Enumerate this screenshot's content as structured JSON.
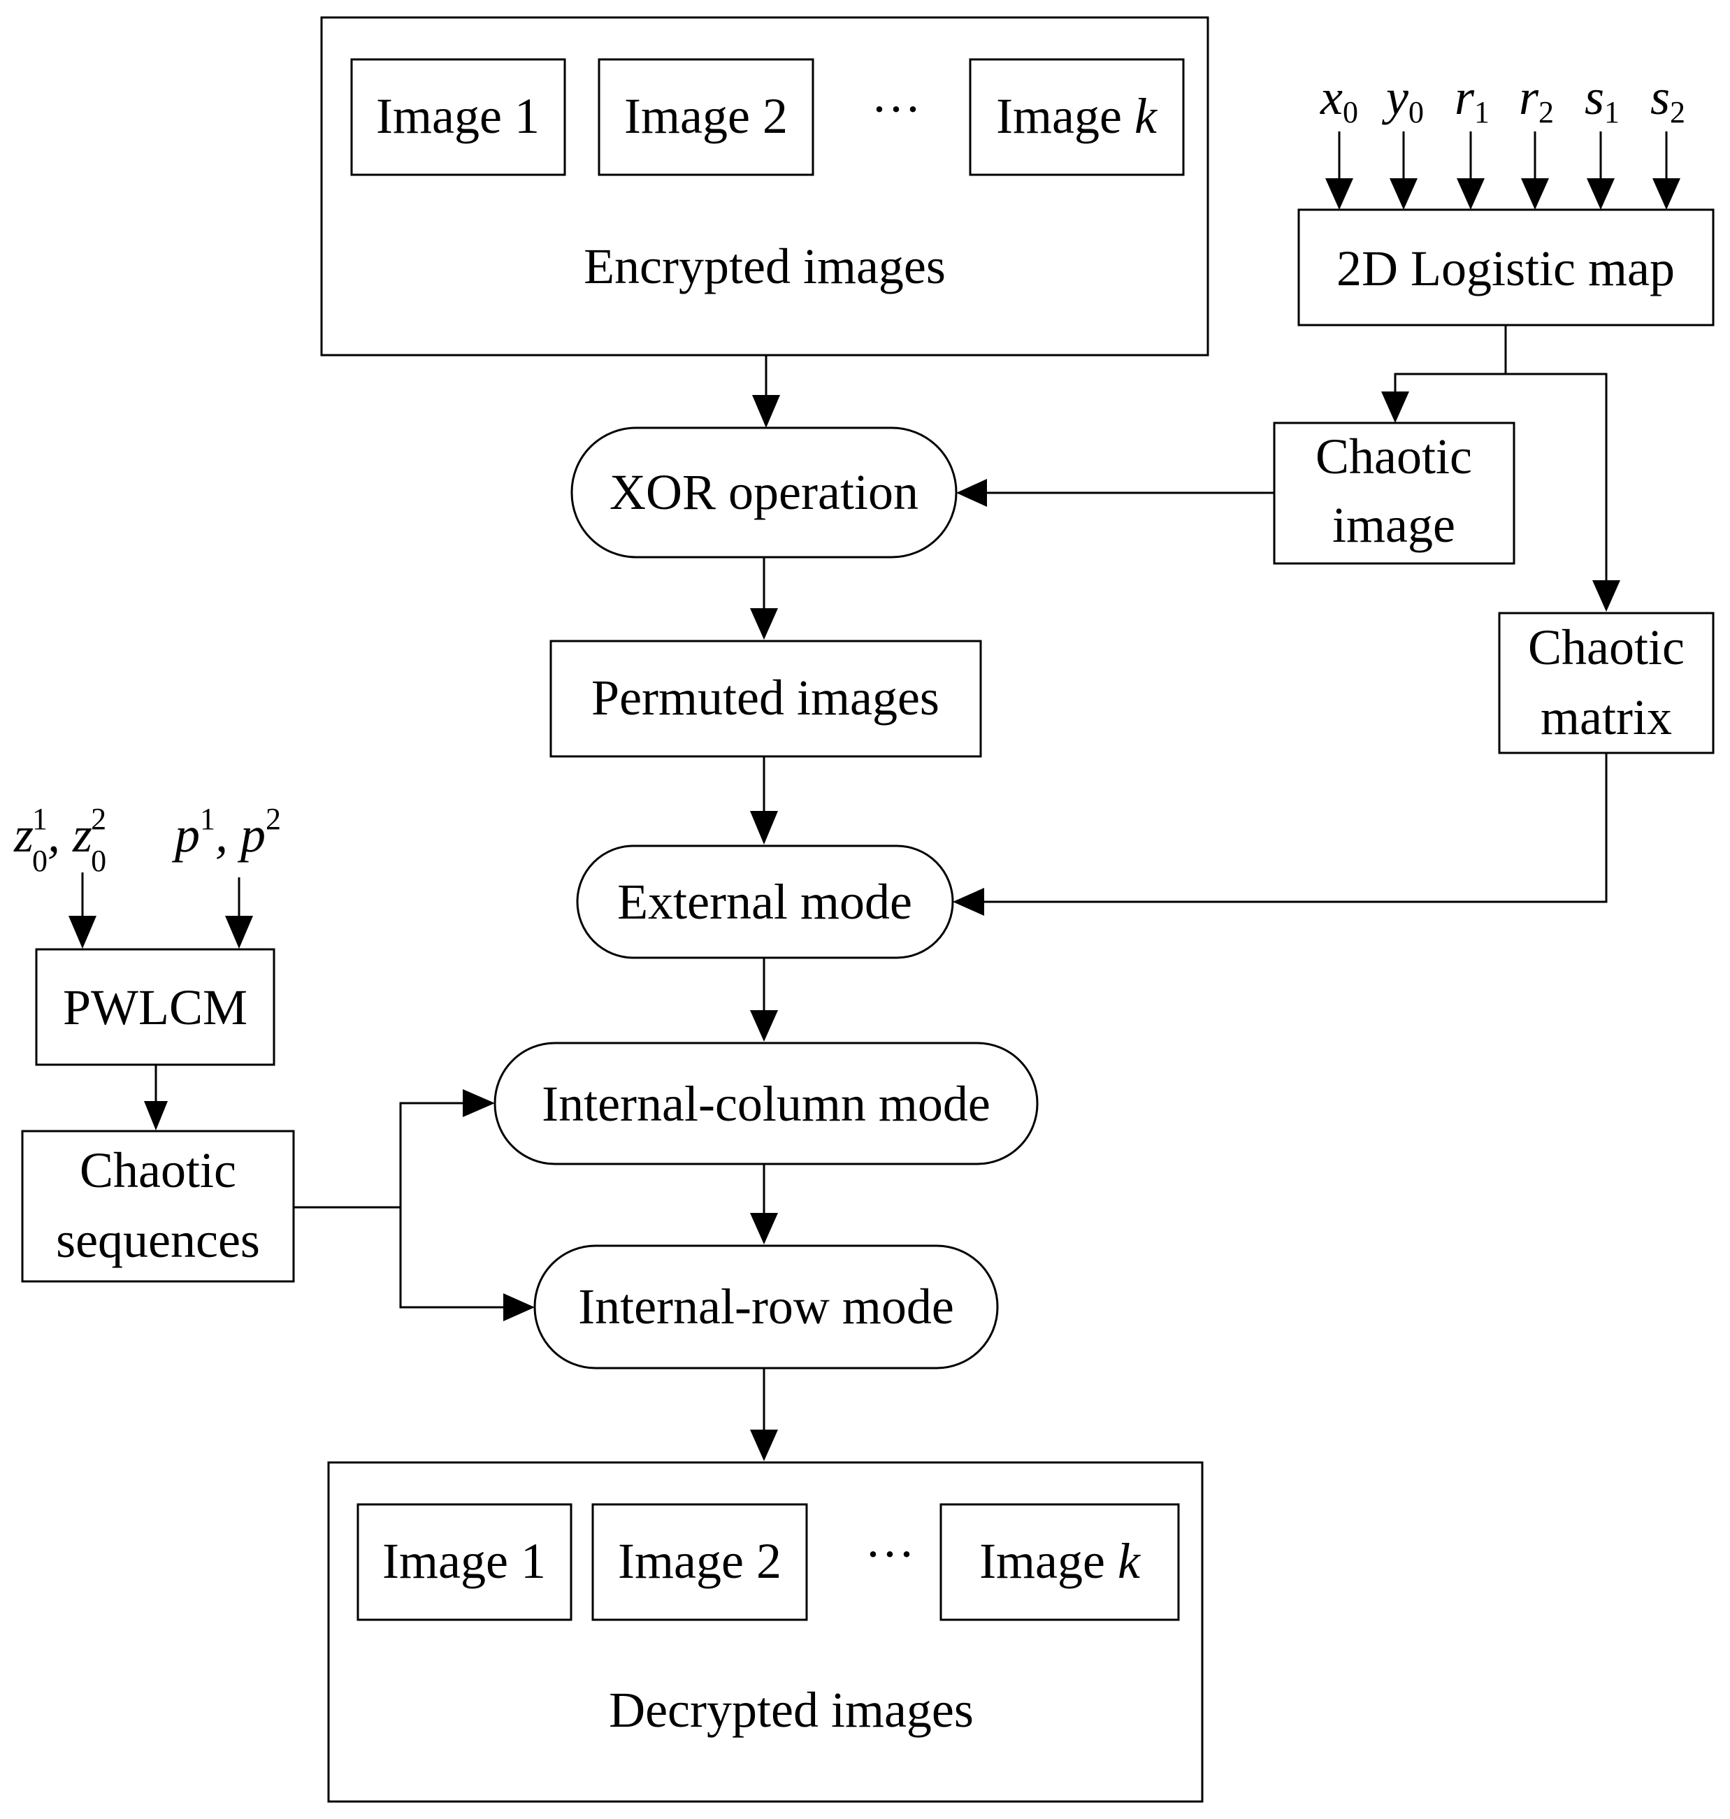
{
  "encrypted": {
    "title": "Encrypted images",
    "img1": "Image 1",
    "img2": "Image 2",
    "dots": "···",
    "imgk_prefix": "Image ",
    "imgk_var": "k"
  },
  "decrypted": {
    "title": "Decrypted images",
    "img1": "Image 1",
    "img2": "Image 2",
    "dots": "···",
    "imgk_prefix": "Image ",
    "imgk_var": "k"
  },
  "logistic": {
    "label": "2D Logistic map",
    "params": [
      {
        "base": "x",
        "sub": "0"
      },
      {
        "base": "y",
        "sub": "0"
      },
      {
        "base": "r",
        "sub": "1"
      },
      {
        "base": "r",
        "sub": "2"
      },
      {
        "base": "s",
        "sub": "1"
      },
      {
        "base": "s",
        "sub": "2"
      }
    ]
  },
  "chaotic_image": {
    "line1": "Chaotic",
    "line2": "image"
  },
  "chaotic_matrix": {
    "line1": "Chaotic",
    "line2": "matrix"
  },
  "xor": "XOR operation",
  "permuted": "Permuted images",
  "external": "External mode",
  "internal_column": "Internal-column mode",
  "internal_row": "Internal-row mode",
  "pwlcm": {
    "label": "PWLCM",
    "param_z": {
      "base1": "z",
      "sup1": "1",
      "sub1": "0",
      "sep": ", ",
      "base2": "z",
      "sup2": "2",
      "sub2": "0"
    },
    "param_p": {
      "base1": "p",
      "sup1": "1",
      "sep": ", ",
      "base2": "p",
      "sup2": "2"
    }
  },
  "chaotic_sequences": {
    "line1": "Chaotic",
    "line2": "sequences"
  }
}
